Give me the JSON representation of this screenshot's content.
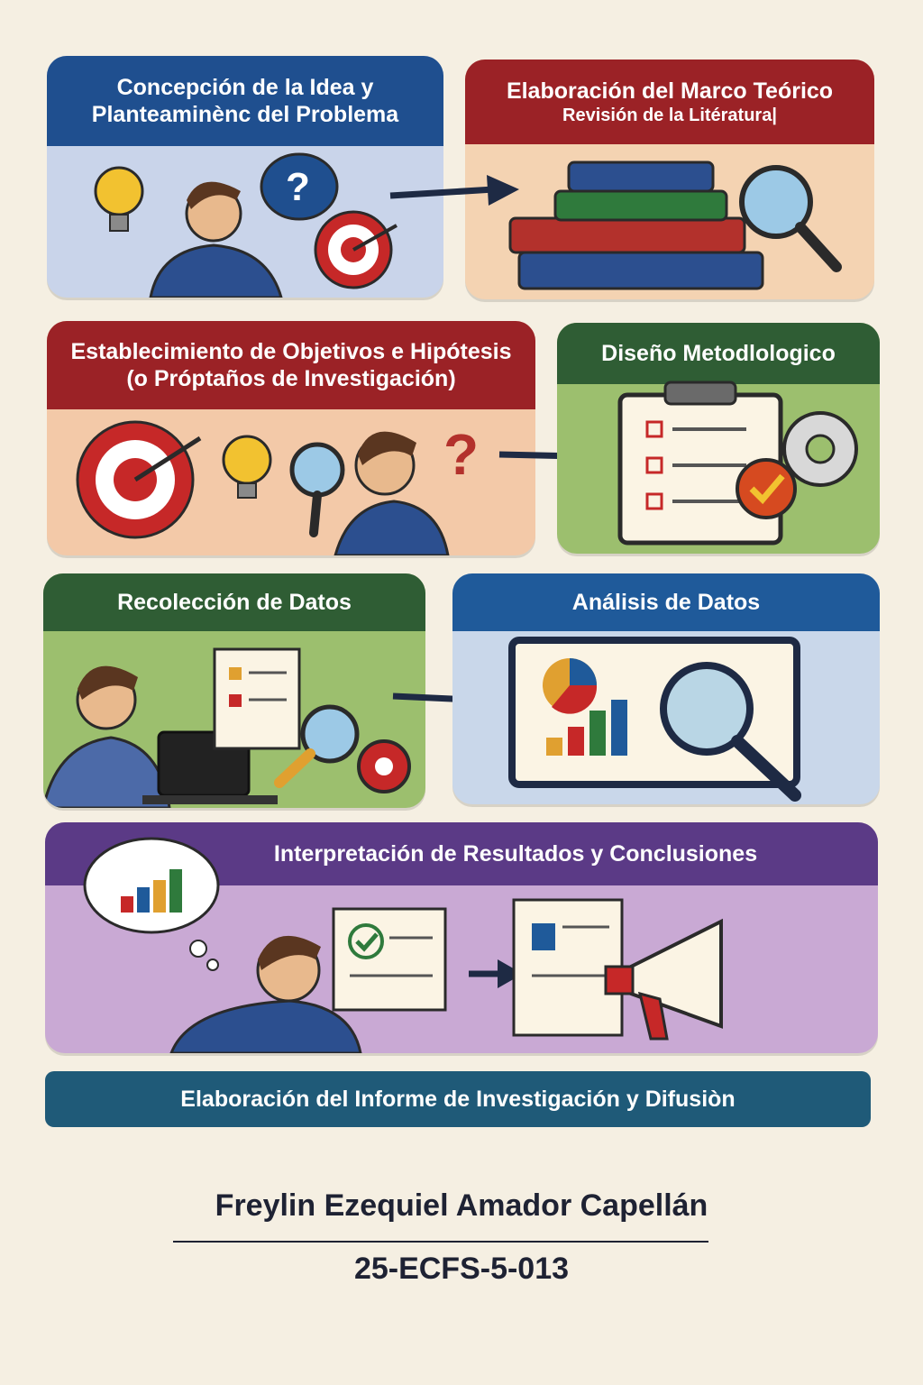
{
  "steps": [
    {
      "line1": "Concepción de la Idea y",
      "line2": "Planteaminènc del Problema",
      "color": "#1f4f8f",
      "bg": "#c9d4ea"
    },
    {
      "line1": "Elaboración del Marco Teórico",
      "line2": "Revisión de la Litératura|",
      "color": "#9b2226",
      "bg": "#f4d3b2"
    },
    {
      "line1": "Establecimiento de Objetivos e Hipótesis",
      "line2": "(o Próptaños de Investigación)",
      "color": "#9b2226",
      "bg": "#f3c9a8"
    },
    {
      "line1": "Diseño Metodlologico",
      "color": "#2f5d34",
      "bg": "#9cbf6e"
    },
    {
      "line1": "Recolección de Datos",
      "color": "#2f5d34",
      "bg": "#9cbf6e"
    },
    {
      "line1": "Análisis de Datos",
      "color": "#1f5a9a",
      "bg": "#c9d7ea"
    },
    {
      "line1": "Interpretación de Resultados y Conclusiones",
      "color": "#5b3a86",
      "bg": "#c9a9d4"
    }
  ],
  "final_step": {
    "label": "Elaboración del Informe de Investigación y Difusiòn",
    "color": "#1f5a78"
  },
  "author": {
    "name": "Freylin Ezequiel Amador Capellán",
    "id": "25-ECFS-5-013"
  },
  "icons": [
    "lightbulb-icon",
    "question-bubble-icon",
    "target-icon",
    "books-icon",
    "magnifier-icon",
    "clipboard-checklist-icon",
    "gear-icon",
    "laptop-icon",
    "monitor-chart-icon",
    "megaphone-icon",
    "thought-cloud-chart-icon"
  ]
}
